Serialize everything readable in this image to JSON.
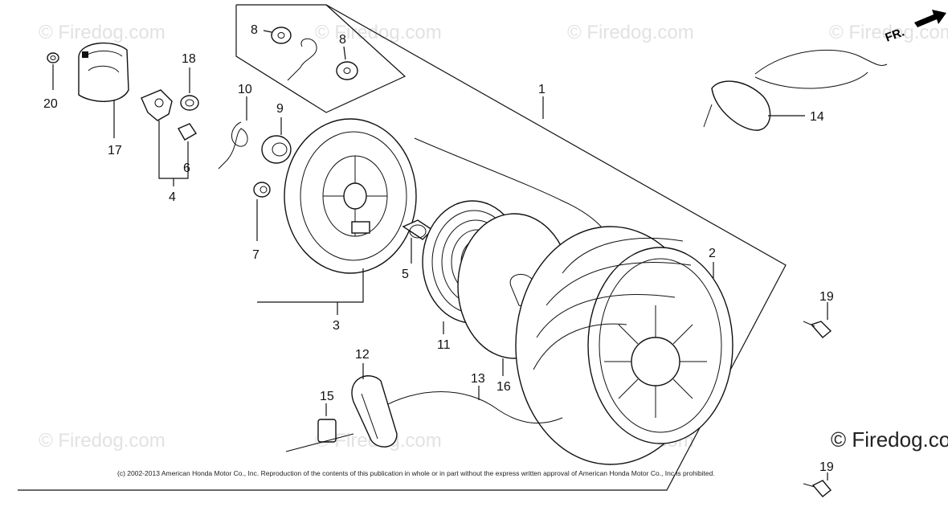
{
  "watermark": "© Firedog.com",
  "watermark_corner": "© Firedog.co",
  "direction_label": "FR.",
  "copyright": "(c) 2002-2013 American Honda Motor Co., Inc. Reproduction of the contents of this publication in whole or in part without the express written approval of American Honda Motor Co., Inc is prohibited.",
  "callouts": [
    {
      "id": "c1",
      "label": "1"
    },
    {
      "id": "c2",
      "label": "2"
    },
    {
      "id": "c3",
      "label": "3"
    },
    {
      "id": "c4",
      "label": "4"
    },
    {
      "id": "c5",
      "label": "5"
    },
    {
      "id": "c6",
      "label": "6"
    },
    {
      "id": "c7",
      "label": "7"
    },
    {
      "id": "c8a",
      "label": "8"
    },
    {
      "id": "c8b",
      "label": "8"
    },
    {
      "id": "c9",
      "label": "9"
    },
    {
      "id": "c10",
      "label": "10"
    },
    {
      "id": "c11",
      "label": "11"
    },
    {
      "id": "c12",
      "label": "12"
    },
    {
      "id": "c13",
      "label": "13"
    },
    {
      "id": "c14",
      "label": "14"
    },
    {
      "id": "c15",
      "label": "15"
    },
    {
      "id": "c16",
      "label": "16"
    },
    {
      "id": "c17",
      "label": "17"
    },
    {
      "id": "c18",
      "label": "18"
    },
    {
      "id": "c19a",
      "label": "19"
    },
    {
      "id": "c19b",
      "label": "19"
    },
    {
      "id": "c20",
      "label": "20"
    }
  ]
}
